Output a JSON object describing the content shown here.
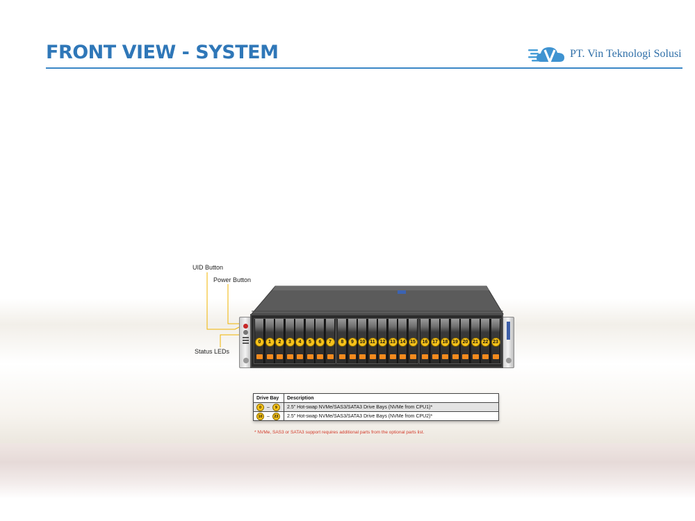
{
  "header": {
    "title": "FRONT VIEW - SYSTEM",
    "logo_text": "PT. Vin Teknologi Solusi",
    "logo_letter": "V"
  },
  "colors": {
    "title": "#2f77b8",
    "rule": "#3a86c6",
    "callout_line": "#f0b400",
    "bay_number": "#f7c21a",
    "latch": "#f28a1e",
    "footnote": "#d23a2a"
  },
  "callouts": {
    "uid_button": "UID Button",
    "power_button": "Power Button",
    "status_leds": "Status LEDs"
  },
  "drive_bays": [
    "0",
    "1",
    "2",
    "3",
    "4",
    "5",
    "6",
    "7",
    "8",
    "9",
    "10",
    "11",
    "12",
    "13",
    "14",
    "15",
    "16",
    "17",
    "18",
    "19",
    "20",
    "21",
    "22",
    "23"
  ],
  "table": {
    "headers": [
      "Drive Bay",
      "Description"
    ],
    "rows": [
      {
        "from": "0",
        "dash": "–",
        "to": "9",
        "description": "2.5\" Hot-swap NVMe/SAS3/SATA3 Drive Bays (NVMe from CPU1)*"
      },
      {
        "from": "10",
        "dash": "–",
        "to": "23",
        "description": "2.5\" Hot-swap NVMe/SAS3/SATA3 Drive Bays (NVMe from CPU2)*"
      }
    ]
  },
  "footnote": "* NVMe, SAS3 or SATA3 support requires additional parts from the optional parts list."
}
